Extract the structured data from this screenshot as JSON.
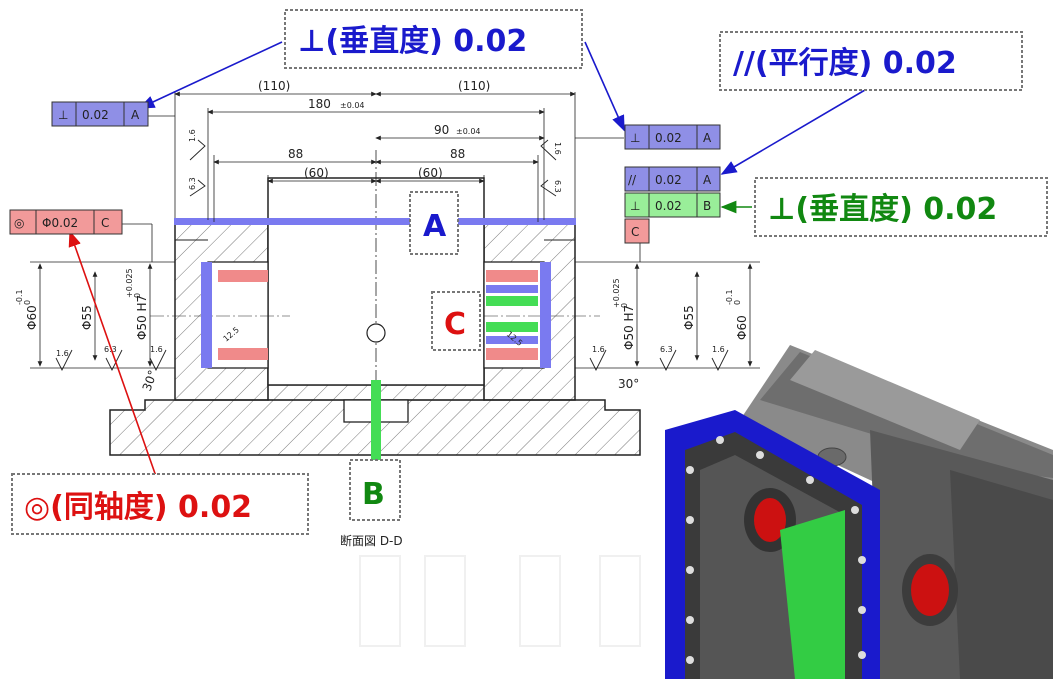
{
  "callouts": {
    "perp_top": "⊥(垂直度) 0.02",
    "parallel": "//(平行度) 0.02",
    "perp_right": "⊥(垂直度) 0.02",
    "coaxial": "◎(同轴度) 0.02"
  },
  "datums": {
    "a": "A",
    "b": "B",
    "c": "C"
  },
  "fcf": {
    "perp_left": {
      "symbol": "⊥",
      "tol": "0.02",
      "datum": "A"
    },
    "perp_right_top": {
      "symbol": "⊥",
      "tol": "0.02",
      "datum": "A"
    },
    "parallel": {
      "symbol": "//",
      "tol": "0.02",
      "datum": "A"
    },
    "perp_b": {
      "symbol": "⊥",
      "tol": "0.02",
      "datum": "B"
    },
    "datum_c": "C",
    "coax": {
      "symbol": "◎",
      "tol": "Φ0.02",
      "datum": "C"
    }
  },
  "dims": {
    "d110": "(110)",
    "d180": "180",
    "d180_tol": "±0.04",
    "d90": "90",
    "d90_tol": "±0.04",
    "d88": "88",
    "d60": "(60)",
    "phi60": "Φ60",
    "phi60_up": "-0.1",
    "phi60_lo": "0",
    "phi55": "Φ55",
    "phi50": "Φ50 H7",
    "phi50_up": "+0.025",
    "phi50_lo": "0",
    "r16": "1.6",
    "r63": "6.3",
    "r125": "12.5",
    "ang30": "30°"
  },
  "section_label": "断面図 D-D",
  "colors": {
    "blue": "#1a1acc",
    "green": "#118811",
    "red": "#dd1111",
    "fcf_blue": "#8f8fe6",
    "fcf_green": "#99ee99",
    "fcf_red": "#f29a9a",
    "hl_blue": "#7a7af0",
    "hl_green": "#44dd55",
    "hl_red": "#f08a8a"
  }
}
